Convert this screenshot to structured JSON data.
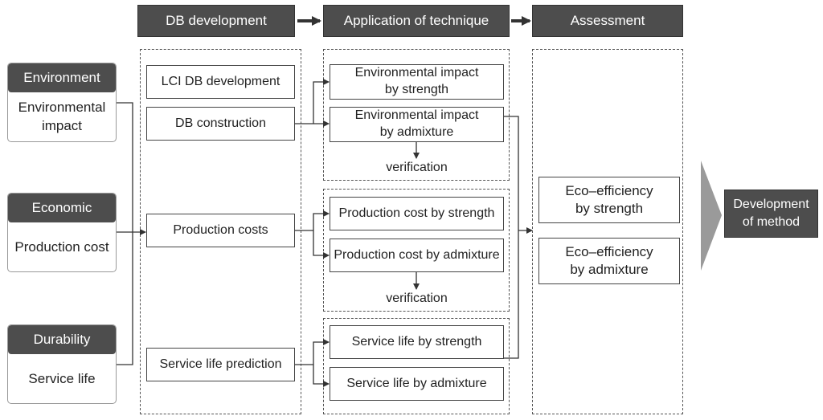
{
  "headers": {
    "db": "DB development",
    "app": "Application of technique",
    "assess": "Assessment"
  },
  "inputs": [
    {
      "title": "Environment",
      "body": "Environmental\nimpact"
    },
    {
      "title": "Economic",
      "body": "Production cost"
    },
    {
      "title": "Durability",
      "body": "Service life"
    }
  ],
  "db_items": [
    "LCI DB development",
    "DB construction",
    "Production costs",
    "Service life prediction"
  ],
  "technique": {
    "env_strength": "Environmental impact\nby strength",
    "env_admixture": "Environmental impact\nby admixture",
    "env_verification": "verification",
    "cost_strength": "Production cost by strength",
    "cost_admixture": "Production cost by admixture",
    "cost_verification": "verification",
    "life_strength": "Service life by strength",
    "life_admixture": "Service life by admixture"
  },
  "assessment": {
    "eco_strength": "Eco–efficiency\nby strength",
    "eco_admixture": "Eco–efficiency\nby admixture"
  },
  "result": "Development\nof method"
}
